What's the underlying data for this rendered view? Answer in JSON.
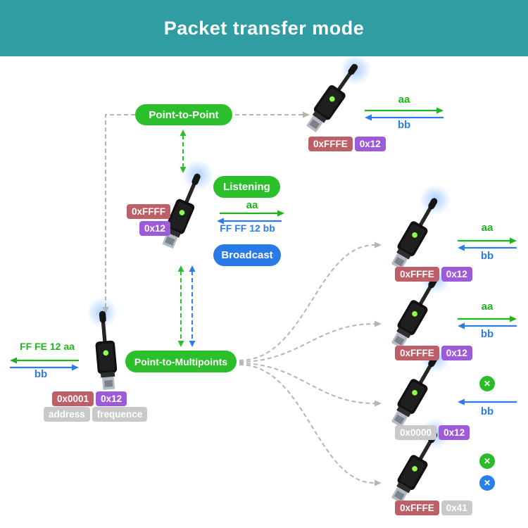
{
  "header": {
    "title": "Packet transfer mode"
  },
  "modes": {
    "point_to_point": "Point-to-Point",
    "listening": "Listening",
    "broadcast": "Broadcast",
    "point_to_multipoints": "Point-to-Multipoints"
  },
  "icons": {
    "blocked": "✕"
  },
  "colors": {
    "header_bg": "#2f9da1",
    "mode_green": "#2bc02b",
    "mode_blue": "#2979e8",
    "address_red": "#bd5f66",
    "frequency_purple": "#9e5bd9",
    "neutral_gray": "#c9c9c9",
    "signal_green": "#1eb41e",
    "signal_blue": "#2b7de9",
    "connector_gray": "#b5b5b5"
  },
  "nodes": {
    "top_right": {
      "address": "0xFFFE",
      "frequency": "0x12",
      "tx_label": "aa",
      "rx_label": "bb"
    },
    "center": {
      "address": "0xFFFF",
      "frequency": "0x12",
      "tx_label": "aa",
      "rx_label": "FF FF 12 bb"
    },
    "left": {
      "address": "0x0001",
      "frequency": "0x12",
      "tx_label": "FF FE 12 aa",
      "rx_label": "bb",
      "address_caption": "address",
      "frequency_caption": "frequence"
    },
    "right": [
      {
        "address": "0xFFFE",
        "frequency": "0x12",
        "tx_label": "aa",
        "rx_label": "bb"
      },
      {
        "address": "0xFFFE",
        "frequency": "0x12",
        "tx_label": "aa",
        "rx_label": "bb"
      },
      {
        "address": "0x0000",
        "frequency": "0x12",
        "tx_blocked": true,
        "rx_label": "bb"
      },
      {
        "address": "0xFFFE",
        "frequency": "0x41",
        "tx_blocked": true,
        "rx_blocked": true
      }
    ]
  }
}
